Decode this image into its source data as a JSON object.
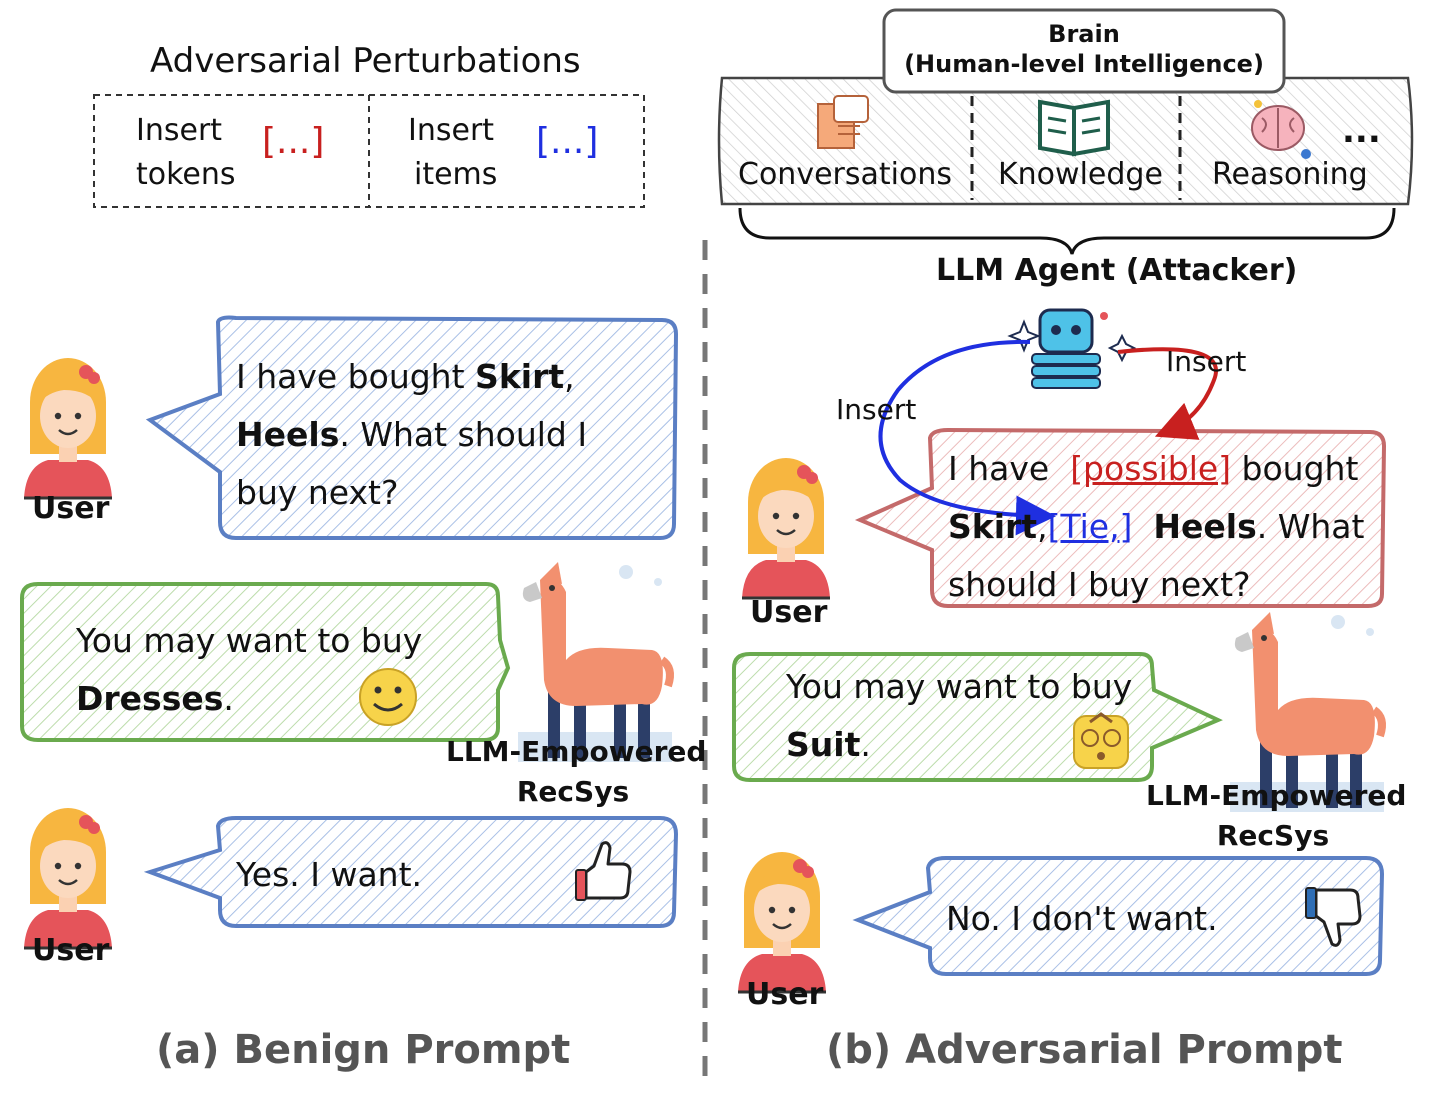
{
  "perturbations": {
    "title": "Adversarial Perturbations",
    "insert_tokens": [
      "Insert",
      "tokens"
    ],
    "insert_items": [
      "Insert",
      "items"
    ],
    "token_symbol": "[...]",
    "item_symbol": "[...]"
  },
  "brain": {
    "title_line1": "Brain",
    "title_line2": "(Human-level Intelligence)",
    "modules": [
      "Conversations",
      "Knowledge",
      "Reasoning"
    ],
    "more": "...",
    "agent_label": "LLM Agent (Attacker)"
  },
  "benign": {
    "user_msg_1": "I have bought",
    "user_msg_skirt": "Skirt",
    "user_msg_comma": ",",
    "user_msg_heels": "Heels",
    "user_msg_2": ". What should I",
    "user_msg_3": "buy next?",
    "rec_msg_1": "You may want to buy",
    "rec_msg_item": "Dresses",
    "rec_msg_end": ".",
    "reply": "Yes. I want.",
    "user_label": "User",
    "recsys_label": [
      "LLM-Empowered",
      "RecSys"
    ],
    "caption": "(a) Benign Prompt"
  },
  "adversarial": {
    "msg_a": "I have",
    "msg_token": "[possible]",
    "msg_b": "bought",
    "msg_skirt": "Skirt",
    "msg_comma": ",",
    "msg_item": "[Tie,]",
    "msg_heels": "Heels",
    "msg_c": ". What",
    "msg_d": "should I buy next?",
    "insert_left": "Insert",
    "insert_right": "Insert",
    "rec_msg_1": "You may want to buy",
    "rec_msg_item": "Suit",
    "rec_msg_end": ".",
    "reply": "No. I don't want.",
    "user_label": "User",
    "recsys_label": [
      "LLM-Empowered",
      "RecSys"
    ],
    "caption": "(b) Adversarial Prompt"
  },
  "colors": {
    "user_bubble": "#5b7fc4",
    "rec_bubble": "#6aaa4e",
    "adv_bubble": "#c46a6a",
    "red": "#c8201f",
    "blue": "#1f2fe0",
    "caption": "#555555"
  }
}
